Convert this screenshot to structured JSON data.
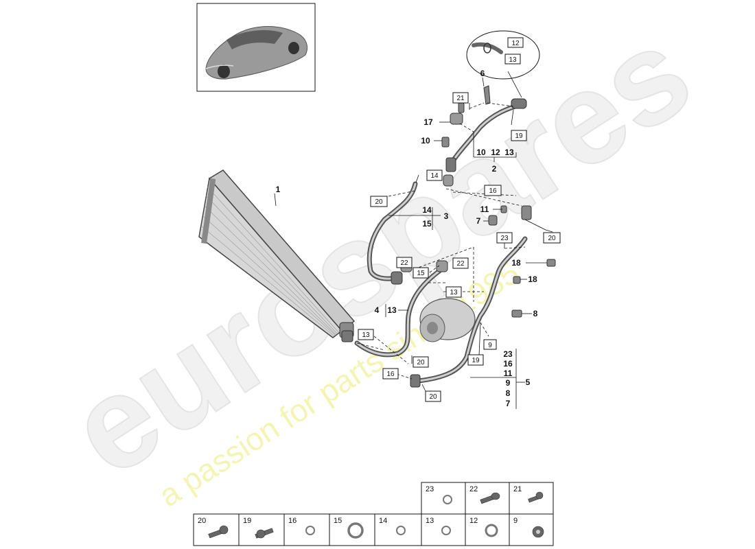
{
  "watermark": {
    "brand": "eurospares",
    "tagline": "a passion for parts since 1985"
  },
  "callouts": [
    {
      "id": "c1",
      "text": "1"
    },
    {
      "id": "c6",
      "text": "6"
    },
    {
      "id": "c17",
      "text": "17"
    },
    {
      "id": "c10",
      "text": "10"
    },
    {
      "id": "c2",
      "text": "2"
    },
    {
      "id": "c3",
      "text": "3"
    },
    {
      "id": "c11",
      "text": "11"
    },
    {
      "id": "c7",
      "text": "7"
    },
    {
      "id": "c18a",
      "text": "18"
    },
    {
      "id": "c18b",
      "text": "18"
    },
    {
      "id": "c4",
      "text": "4"
    },
    {
      "id": "c8",
      "text": "8"
    },
    {
      "id": "c5",
      "text": "5"
    }
  ],
  "groups": {
    "g2": [
      "10",
      "12",
      "13"
    ],
    "g3": [
      "14",
      "15"
    ],
    "g4": [
      "13"
    ],
    "g5": [
      "23",
      "16",
      "11",
      "9",
      "8",
      "7"
    ]
  },
  "boxes": [
    {
      "text": "12"
    },
    {
      "text": "13"
    },
    {
      "text": "21"
    },
    {
      "text": "19"
    },
    {
      "text": "14"
    },
    {
      "text": "20"
    },
    {
      "text": "16"
    },
    {
      "text": "20"
    },
    {
      "text": "23"
    },
    {
      "text": "22"
    },
    {
      "text": "22"
    },
    {
      "text": "15"
    },
    {
      "text": "13"
    },
    {
      "text": "13"
    },
    {
      "text": "9"
    },
    {
      "text": "19"
    },
    {
      "text": "20"
    },
    {
      "text": "16"
    },
    {
      "text": "20"
    }
  ],
  "parts_table": {
    "top_row": [
      "23",
      "22",
      "21"
    ],
    "bottom_row": [
      "20",
      "19",
      "16",
      "15",
      "14",
      "13",
      "12",
      "9"
    ]
  }
}
